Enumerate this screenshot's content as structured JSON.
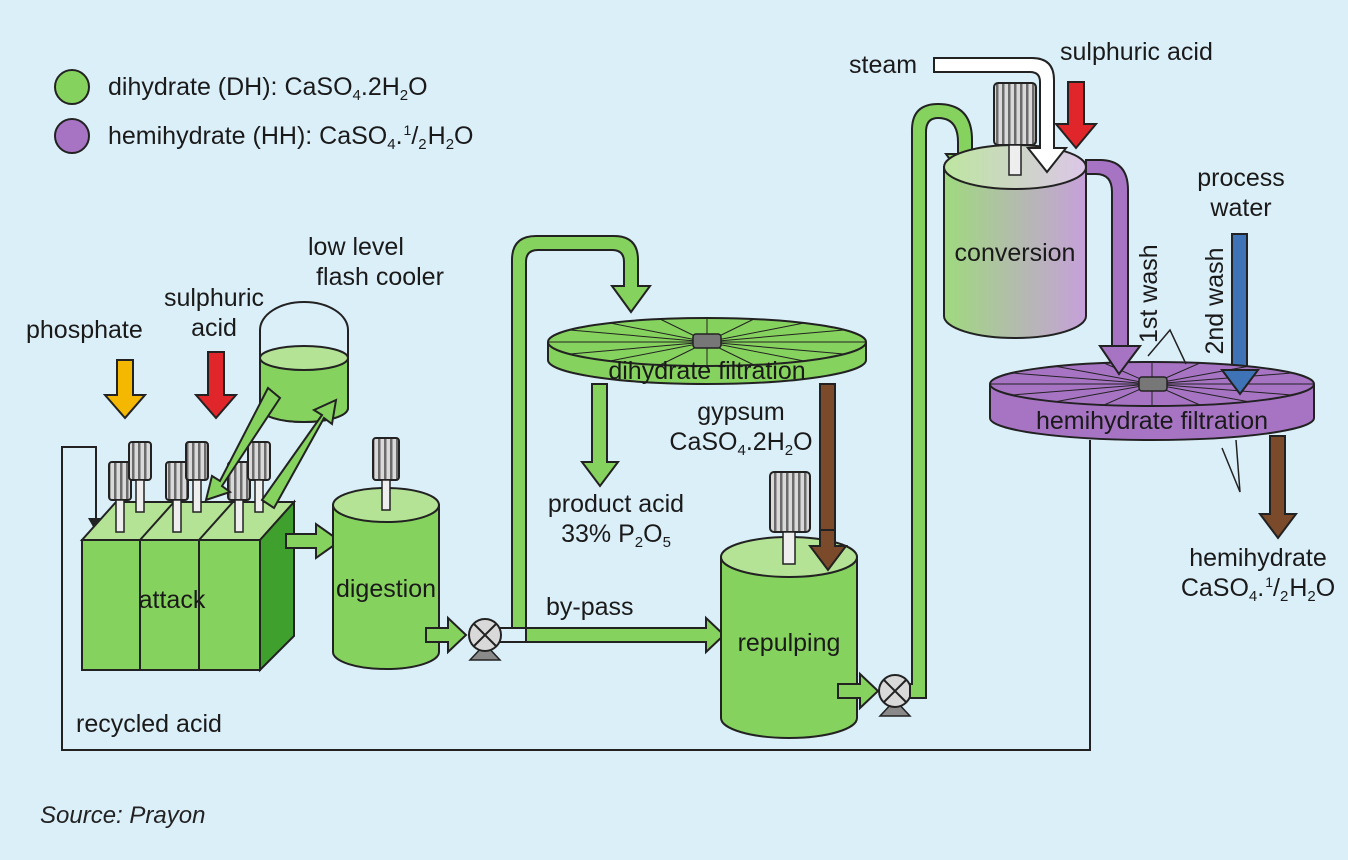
{
  "legend": [
    {
      "name": "dihydrate (DH): CaSO",
      "formula_rest": ".2H",
      "color": "#86d25e"
    },
    {
      "name": "hemihydrate (HH): CaSO",
      "formula_rest": ".",
      "color": "#a774c4"
    }
  ],
  "subscripts": {
    "four": "4",
    "two": "2",
    "five": "5",
    "one": "1",
    "slash": "/"
  },
  "labels": {
    "steam": "steam",
    "sulphuric_acid_top": "sulphuric acid",
    "process_water_1": "process",
    "process_water_2": "water",
    "first_wash": "1st wash",
    "second_wash": "2nd wash",
    "conversion": "conversion",
    "hemihydrate_filtration": "hemihydrate filtration",
    "hemihydrate_product": "hemihydrate",
    "low_level_1": "low level",
    "low_level_2": "flash cooler",
    "sulphuric_1": "sulphuric",
    "sulphuric_2": "acid",
    "phosphate": "phosphate",
    "dihydrate_filtration": "dihydrate filtration",
    "gypsum": "gypsum",
    "product_acid": "product acid",
    "product_acid_pct": "33% P",
    "attack": "attack",
    "digestion": "digestion",
    "by_pass": "by-pass",
    "repulping": "repulping",
    "recycled_acid": "recycled acid",
    "caso": "CaSO",
    "h": "H",
    "o": "O"
  },
  "source": "Source: Prayon",
  "colors": {
    "background": "#dbeff9",
    "green": "#86d25e",
    "green_light": "#b4e396",
    "green_dark": "#5fb03c",
    "purple": "#a774c4",
    "purple_light": "#c6a0da",
    "red": "#e0262b",
    "yellow": "#f5b800",
    "blue": "#3f73b8",
    "brown": "#7a4a2a"
  }
}
